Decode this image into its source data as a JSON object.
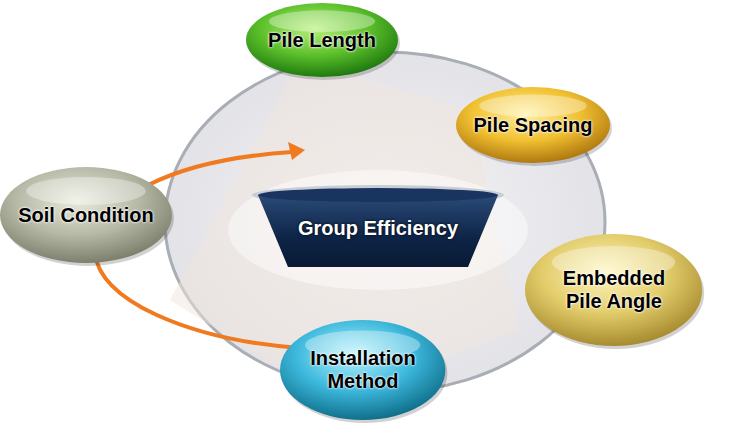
{
  "diagram": {
    "nodes": [
      {
        "text": [
          "Pile Length"
        ]
      },
      {
        "text": [
          "Pile Spacing"
        ]
      },
      {
        "text": [
          "Soil Condition"
        ]
      },
      {
        "text": [
          "Group Efficiency"
        ]
      },
      {
        "text": [
          "Embedded Pile Angle"
        ]
      },
      {
        "text": [
          "Installation Method"
        ]
      }
    ]
  }
}
